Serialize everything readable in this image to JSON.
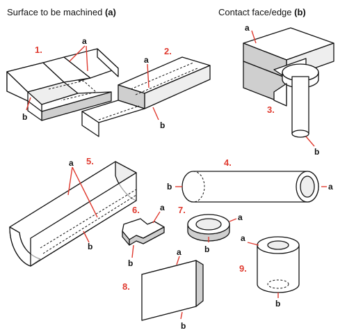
{
  "header": {
    "left_text": "Surface to be machined",
    "left_tag": "(a)",
    "right_text": "Contact face/edge",
    "right_tag": "(b)"
  },
  "labels": {
    "a": "a",
    "b": "b"
  },
  "parts": [
    {
      "number": "1."
    },
    {
      "number": "2."
    },
    {
      "number": "3."
    },
    {
      "number": "4."
    },
    {
      "number": "5."
    },
    {
      "number": "6."
    },
    {
      "number": "7."
    },
    {
      "number": "8."
    },
    {
      "number": "9."
    }
  ],
  "colors": {
    "accent": "#e03a2f",
    "outline": "#111111",
    "face_light": "#eeeeee",
    "face_dark": "#cfcfcf"
  }
}
